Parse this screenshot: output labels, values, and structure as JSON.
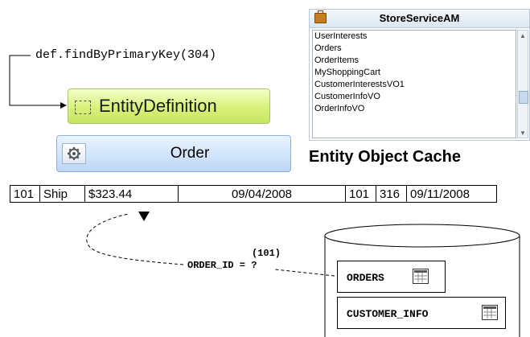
{
  "method_call": "def.findByPrimaryKey(304)",
  "entity_definition": {
    "label": "EntityDefinition",
    "icon": "entity-definition-icon"
  },
  "order_entity": {
    "label": "Order",
    "icon": "gear-icon"
  },
  "app_module": {
    "title": "StoreServiceAM",
    "icon": "briefcase-icon",
    "items": [
      "UserInterests",
      "Orders",
      "OrderItems",
      "MyShoppingCart",
      "CustomerInterestsVO1",
      "CustomerInfoVO",
      "OrderInfoVO"
    ]
  },
  "cache_title": "Entity Object Cache",
  "data_row": [
    "101",
    "Ship",
    "$323.44",
    "09/04/2008",
    "101",
    "316",
    "09/11/2008"
  ],
  "query": {
    "id_value": "(101)",
    "order_id_label": "ORDER_ID = ?"
  },
  "database": {
    "tables": [
      {
        "name": "ORDERS",
        "icon": "table-icon"
      },
      {
        "name": "CUSTOMER_INFO",
        "icon": "table-icon"
      }
    ]
  },
  "colors": {
    "entity_definition_fill": "#d8f27a",
    "order_fill": "#cfe3fb",
    "panel_header": "#dbe6f1"
  }
}
